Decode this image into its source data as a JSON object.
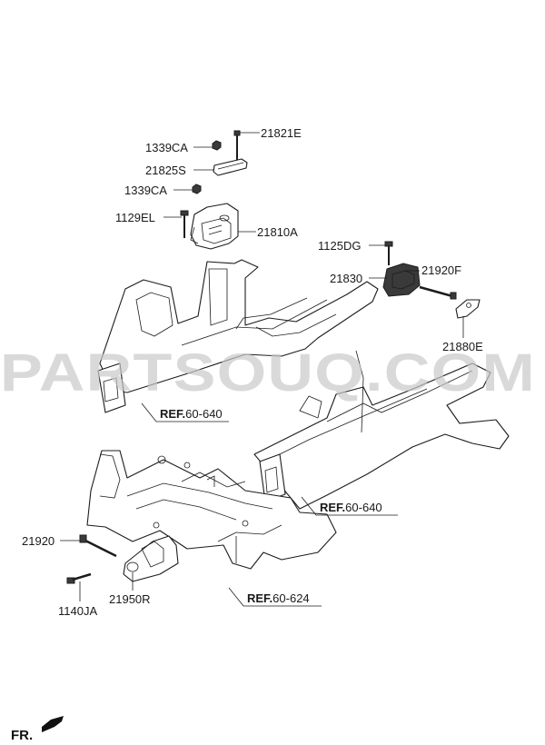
{
  "labels": {
    "p21821E": "21821E",
    "p1339CA_a": "1339CA",
    "p21825S": "21825S",
    "p1339CA_b": "1339CA",
    "p1129EL": "1129EL",
    "p21810A": "21810A",
    "p1125DG": "1125DG",
    "p21830": "21830",
    "p21920F": "21920F",
    "p21880E": "21880E",
    "p21920": "21920",
    "p1140JA": "1140JA",
    "p21950R": "21950R"
  },
  "refs": {
    "ref1_bold": "REF.",
    "ref1_num": "60-640",
    "ref2_bold": "REF.",
    "ref2_num": "60-640",
    "ref3_bold": "REF.",
    "ref3_num": "60-624"
  },
  "watermark": "PARTSOUQ.COM",
  "front_marker": "FR."
}
